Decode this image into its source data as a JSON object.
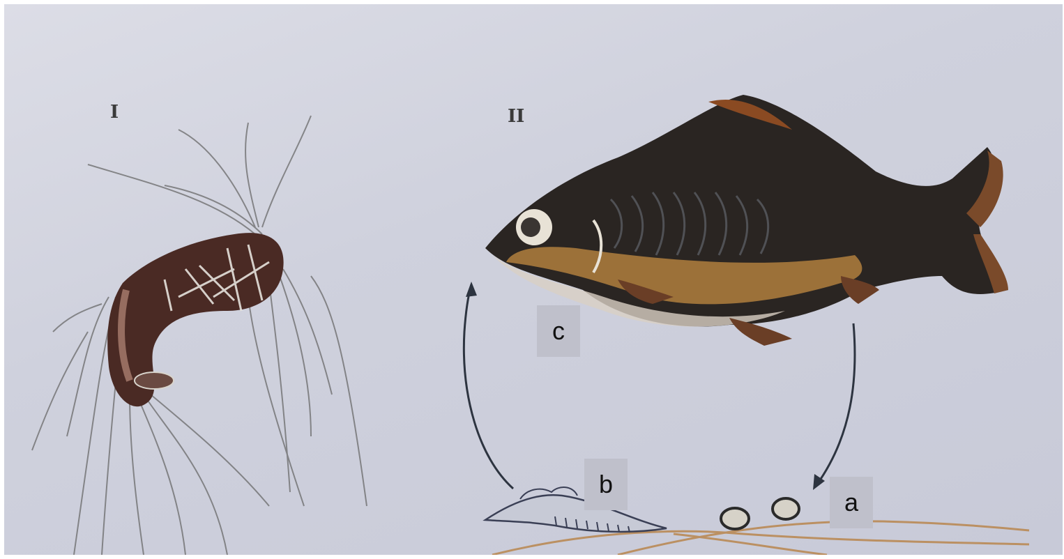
{
  "panel_labels": {
    "left": "I",
    "right": "II"
  },
  "tags": {
    "a": "a",
    "b": "b",
    "c": "c"
  },
  "colors": {
    "background": "#cfd1dd",
    "fish_back": "#2a2522",
    "fish_belly": "#a87a3c",
    "tube": "#4a2a24",
    "worm": "#6b6f8a",
    "thread": "#b9864e"
  }
}
